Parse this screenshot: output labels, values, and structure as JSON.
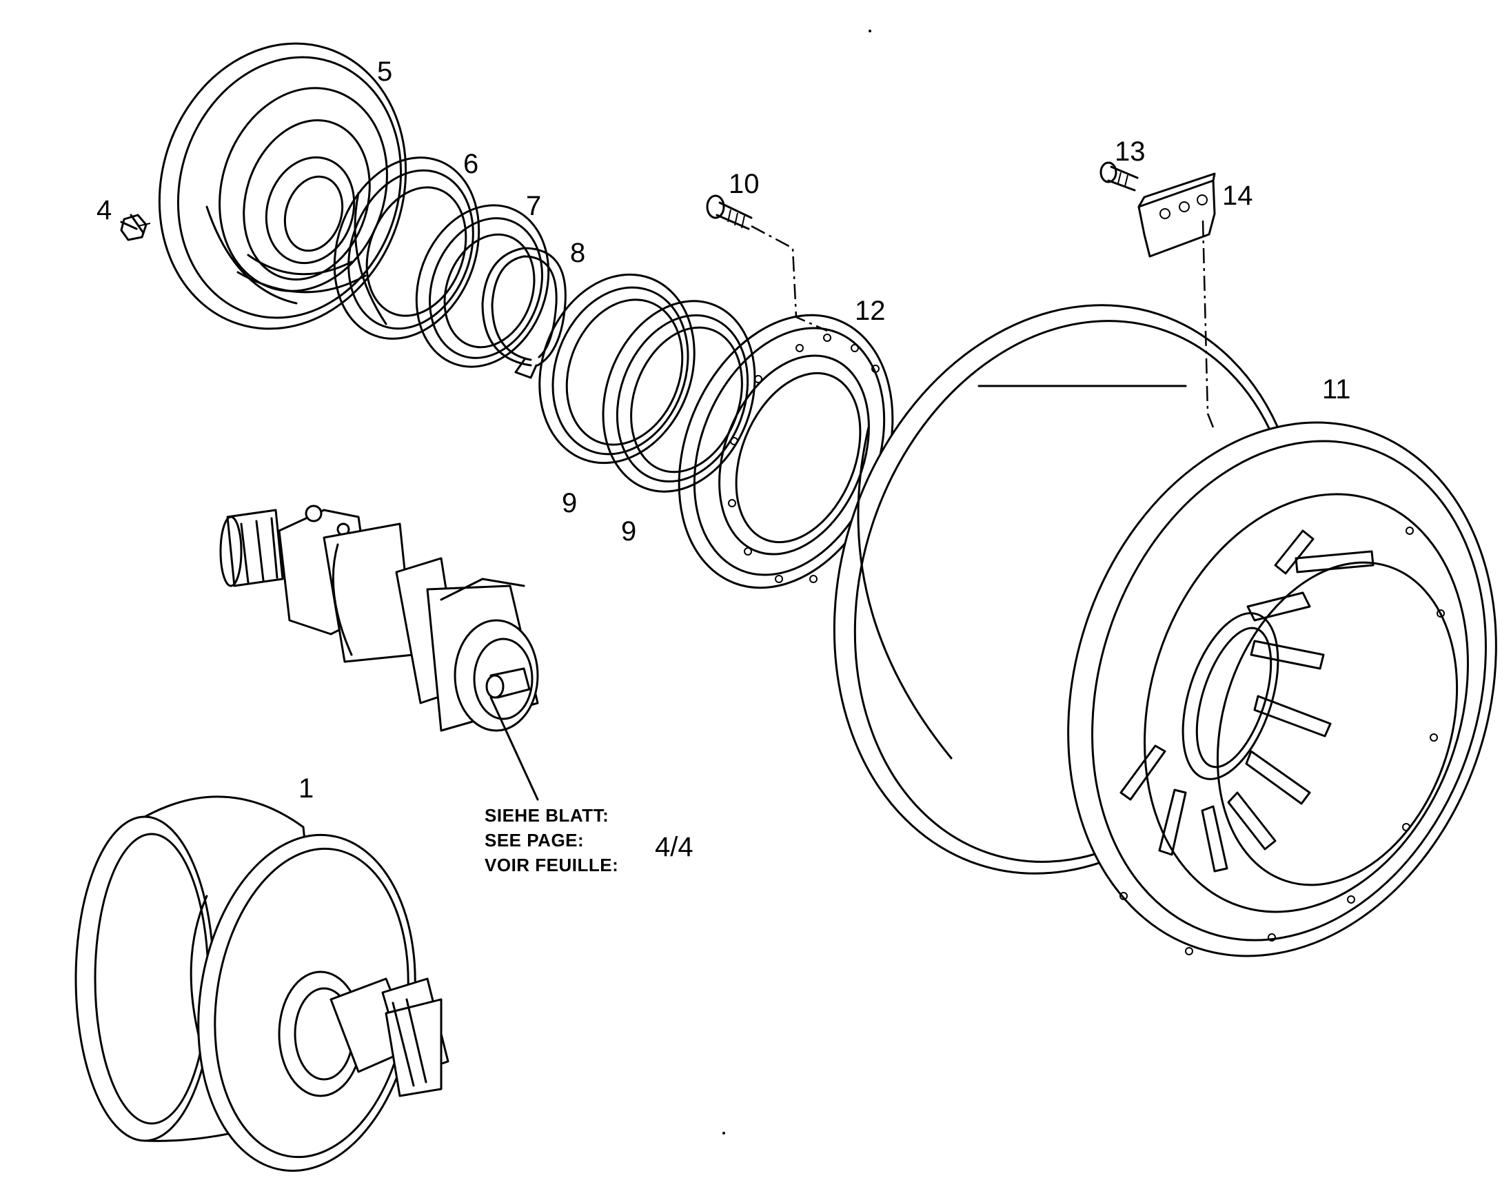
{
  "callouts": [
    {
      "id": "label-1",
      "text": "1"
    },
    {
      "id": "label-4",
      "text": "4"
    },
    {
      "id": "label-5",
      "text": "5"
    },
    {
      "id": "label-6",
      "text": "6"
    },
    {
      "id": "label-7",
      "text": "7"
    },
    {
      "id": "label-8",
      "text": "8"
    },
    {
      "id": "label-9a",
      "text": "9"
    },
    {
      "id": "label-9b",
      "text": "9"
    },
    {
      "id": "label-10",
      "text": "10"
    },
    {
      "id": "label-11",
      "text": "11"
    },
    {
      "id": "label-12",
      "text": "12"
    },
    {
      "id": "label-13",
      "text": "13"
    },
    {
      "id": "label-14",
      "text": "14"
    }
  ],
  "reference": {
    "line1": "SIEHE BLATT:",
    "line2": "SEE PAGE:",
    "line3": "VOIR FEUILLE:",
    "page": "4/4"
  },
  "colors": {
    "line": "#000000",
    "background": "#ffffff"
  }
}
